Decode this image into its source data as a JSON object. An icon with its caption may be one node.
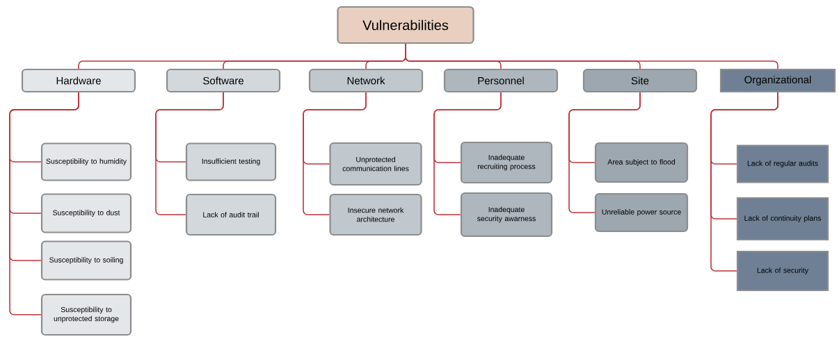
{
  "diagram": {
    "nodes": [
      {
        "text": [
          "Vulnerabilities"
        ]
      },
      {
        "text": [
          "Hardware"
        ]
      },
      {
        "text": [
          "Software"
        ]
      },
      {
        "text": [
          "Network"
        ]
      },
      {
        "text": [
          "Personnel"
        ]
      },
      {
        "text": [
          "Site"
        ]
      },
      {
        "text": [
          "Organizational"
        ]
      },
      {
        "text": [
          "Susceptibility to humidity"
        ]
      },
      {
        "text": [
          "Susceptibility to dust"
        ]
      },
      {
        "text": [
          "Susceptibility to soiling"
        ]
      },
      {
        "text": [
          "Susceptibility to unprotected storage"
        ]
      },
      {
        "text": [
          "Insufficient testing"
        ]
      },
      {
        "text": [
          "Lack of audit trail"
        ]
      },
      {
        "text": [
          "Unprotected communication lines"
        ]
      },
      {
        "text": [
          "Insecure network architecture"
        ]
      },
      {
        "text": [
          "Inadequate recruiting process"
        ]
      },
      {
        "text": [
          "Inadequate security awarness"
        ]
      },
      {
        "text": [
          "Area subject to flood"
        ]
      },
      {
        "text": [
          "Unreliable power source"
        ]
      },
      {
        "text": [
          "Lack of regular audits"
        ]
      },
      {
        "text": [
          "Lack of continuity plans"
        ]
      },
      {
        "text": [
          "Lack of security"
        ]
      }
    ],
    "edges": [
      {
        "from": 0,
        "to": 1,
        "arrow": "none"
      },
      {
        "from": 0,
        "to": 2,
        "arrow": "none"
      },
      {
        "from": 0,
        "to": 3,
        "arrow": "none"
      },
      {
        "from": 0,
        "to": 4,
        "arrow": "none"
      },
      {
        "from": 0,
        "to": 5,
        "arrow": "none"
      },
      {
        "from": 0,
        "to": 6,
        "arrow": "none"
      },
      {
        "from": 1,
        "to": 7,
        "arrow": "none"
      },
      {
        "from": 1,
        "to": 8,
        "arrow": "none"
      },
      {
        "from": 1,
        "to": 9,
        "arrow": "none"
      },
      {
        "from": 1,
        "to": 10,
        "arrow": "none"
      },
      {
        "from": 2,
        "to": 11,
        "arrow": "none"
      },
      {
        "from": 2,
        "to": 12,
        "arrow": "none"
      },
      {
        "from": 3,
        "to": 13,
        "arrow": "none"
      },
      {
        "from": 3,
        "to": 14,
        "arrow": "none"
      },
      {
        "from": 4,
        "to": 15,
        "arrow": "none"
      },
      {
        "from": 4,
        "to": 16,
        "arrow": "none"
      },
      {
        "from": 5,
        "to": 17,
        "arrow": "none"
      },
      {
        "from": 5,
        "to": 18,
        "arrow": "none"
      },
      {
        "from": 6,
        "to": 19,
        "arrow": "none"
      },
      {
        "from": 6,
        "to": 20,
        "arrow": "none"
      },
      {
        "from": 6,
        "to": 21,
        "arrow": "none"
      }
    ]
  }
}
